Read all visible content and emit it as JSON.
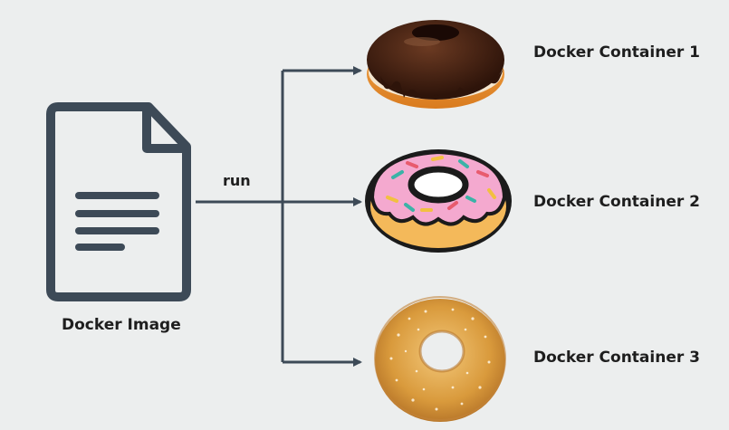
{
  "diagram": {
    "image_label": "Docker Image",
    "run_label": "run",
    "containers": [
      {
        "label": "Docker Container 1",
        "icon": "chocolate-donut-icon"
      },
      {
        "label": "Docker Container 2",
        "icon": "sprinkle-donut-icon"
      },
      {
        "label": "Docker Container 3",
        "icon": "sugar-donut-icon"
      }
    ]
  },
  "colors": {
    "background": "#eceeee",
    "stroke": "#3d4a57",
    "text": "#1e1e1e"
  }
}
